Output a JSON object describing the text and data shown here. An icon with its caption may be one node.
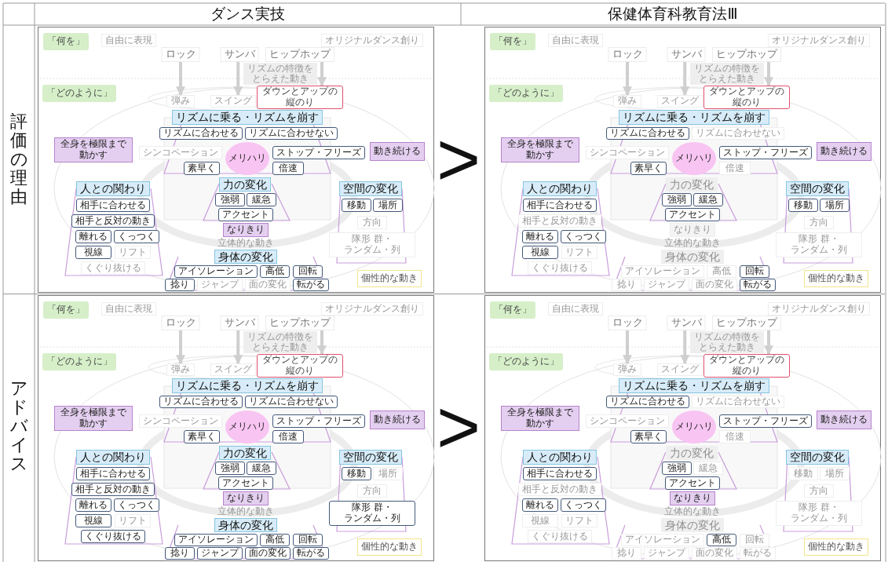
{
  "diagram": {
    "nodes": [
      {
        "text": [],
        "shape": "box"
      },
      {
        "text": [
          "「何を」"
        ],
        "in": 0
      },
      {
        "text": [
          "自由に表現"
        ],
        "in": 0
      },
      {
        "text": [
          "オリジナルダンス創り"
        ],
        "in": 0
      },
      {
        "text": [
          "ロック"
        ],
        "in": 0
      },
      {
        "text": [
          "サンバ"
        ],
        "in": 0
      },
      {
        "text": [
          "ヒップホップ"
        ],
        "in": 0
      },
      {
        "text": [
          "リズムの特徴をとらえた動き"
        ],
        "in": 0
      },
      {
        "text": [
          "「どのように」"
        ],
        "in": 0
      },
      {
        "text": [
          "弾み"
        ],
        "in": 0
      },
      {
        "text": [
          "スイング"
        ],
        "in": 0
      },
      {
        "text": [
          "ダウンとアップの縦のり"
        ],
        "in": 0
      },
      {
        "text": [
          "リズムに乗る・リズムを崩す"
        ],
        "in": 0
      },
      {
        "text": [
          "リズムに合わせる"
        ],
        "in": 0
      },
      {
        "text": [
          "リズムに合わせない"
        ],
        "in": 0
      },
      {
        "text": [
          "全身を極限まで動かす"
        ],
        "in": 0
      },
      {
        "text": [
          "シンコペーション"
        ],
        "in": 0
      },
      {
        "text": [
          "メリハリ"
        ],
        "in": 0
      },
      {
        "text": [
          "ストップ・フリーズ"
        ],
        "in": 0
      },
      {
        "text": [
          "動き続ける"
        ],
        "in": 0
      },
      {
        "text": [
          "素早く"
        ],
        "in": 0
      },
      {
        "text": [
          "倍速"
        ],
        "in": 0
      },
      {
        "text": [
          "力の変化"
        ],
        "in": 0
      },
      {
        "text": [
          "強弱"
        ],
        "in": 0
      },
      {
        "text": [
          "緩急"
        ],
        "in": 0
      },
      {
        "text": [
          "アクセント"
        ],
        "in": 0
      },
      {
        "text": [
          "人との関わり"
        ],
        "in": 0
      },
      {
        "text": [
          "相手に合わせる"
        ],
        "in": 0
      },
      {
        "text": [
          "相手と反対の動き"
        ],
        "in": 0
      },
      {
        "text": [
          "離れる"
        ],
        "in": 0
      },
      {
        "text": [
          "くっつく"
        ],
        "in": 0
      },
      {
        "text": [
          "視線"
        ],
        "in": 0
      },
      {
        "text": [
          "リフト"
        ],
        "in": 0
      },
      {
        "text": [
          "くぐり抜ける"
        ],
        "in": 0
      },
      {
        "text": [
          "空間の変化"
        ],
        "in": 0
      },
      {
        "text": [
          "移動"
        ],
        "in": 0
      },
      {
        "text": [
          "場所"
        ],
        "in": 0
      },
      {
        "text": [
          "方向"
        ],
        "in": 0
      },
      {
        "text": [
          "隊形 群・ランダム・列"
        ],
        "in": 0
      },
      {
        "text": [
          "なりきり"
        ],
        "in": 0
      },
      {
        "text": [
          "立体的な動き"
        ],
        "in": 0
      },
      {
        "text": [
          "身体の変化"
        ],
        "in": 0
      },
      {
        "text": [
          "アイソレーション"
        ],
        "in": 0
      },
      {
        "text": [
          "高低"
        ],
        "in": 0
      },
      {
        "text": [
          "回転"
        ],
        "in": 0
      },
      {
        "text": [
          "捻り"
        ],
        "in": 0
      },
      {
        "text": [
          "ジャンプ"
        ],
        "in": 0
      },
      {
        "text": [
          "面の変化"
        ],
        "in": 0
      },
      {
        "text": [
          "転がる"
        ],
        "in": 0
      },
      {
        "text": [
          "個性的な動き"
        ],
        "in": 0
      },
      {
        "text": [],
        "shape": "box"
      },
      {
        "text": [
          "「何を」"
        ],
        "in": 50
      },
      {
        "text": [
          "自由に表現"
        ],
        "in": 50
      },
      {
        "text": [
          "オリジナルダンス創り"
        ],
        "in": 50
      },
      {
        "text": [
          "ロック"
        ],
        "in": 50
      },
      {
        "text": [
          "サンバ"
        ],
        "in": 50
      },
      {
        "text": [
          "ヒップホップ"
        ],
        "in": 50
      },
      {
        "text": [
          "リズムの特徴をとらえた動き"
        ],
        "in": 50
      },
      {
        "text": [
          "「どのように」"
        ],
        "in": 50
      },
      {
        "text": [
          "弾み"
        ],
        "in": 50
      },
      {
        "text": [
          "スイング"
        ],
        "in": 50
      },
      {
        "text": [
          "ダウンとアップの縦のり"
        ],
        "in": 50
      },
      {
        "text": [
          "リズムに乗る・リズムを崩す"
        ],
        "in": 50
      },
      {
        "text": [
          "リズムに合わせる"
        ],
        "in": 50
      },
      {
        "text": [
          "リズムに合わせない"
        ],
        "in": 50
      },
      {
        "text": [
          "全身を極限まで動かす"
        ],
        "in": 50
      },
      {
        "text": [
          "シンコペーション"
        ],
        "in": 50
      },
      {
        "text": [
          "メリハリ"
        ],
        "in": 50
      },
      {
        "text": [
          "ストップ・フリーズ"
        ],
        "in": 50
      },
      {
        "text": [
          "動き続ける"
        ],
        "in": 50
      },
      {
        "text": [
          "素早く"
        ],
        "in": 50
      },
      {
        "text": [
          "倍速"
        ],
        "in": 50
      },
      {
        "text": [
          "力の変化"
        ],
        "in": 50
      },
      {
        "text": [
          "強弱"
        ],
        "in": 50
      },
      {
        "text": [
          "緩急"
        ],
        "in": 50
      },
      {
        "text": [
          "アクセント"
        ],
        "in": 50
      },
      {
        "text": [
          "人との関わり"
        ],
        "in": 50
      },
      {
        "text": [
          "相手に合わせる"
        ],
        "in": 50
      },
      {
        "text": [
          "相手と反対の動き"
        ],
        "in": 50
      },
      {
        "text": [
          "離れる"
        ],
        "in": 50
      },
      {
        "text": [
          "くっつく"
        ],
        "in": 50
      },
      {
        "text": [
          "視線"
        ],
        "in": 50
      },
      {
        "text": [
          "リフト"
        ],
        "in": 50
      },
      {
        "text": [
          "くぐり抜ける"
        ],
        "in": 50
      },
      {
        "text": [
          "空間の変化"
        ],
        "in": 50
      },
      {
        "text": [
          "移動"
        ],
        "in": 50
      },
      {
        "text": [
          "場所"
        ],
        "in": 50
      },
      {
        "text": [
          "方向"
        ],
        "in": 50
      },
      {
        "text": [
          "隊形 群・ランダム・列"
        ],
        "in": 50
      },
      {
        "text": [
          "なりきり"
        ],
        "in": 50
      },
      {
        "text": [
          "立体的な動き"
        ],
        "in": 50
      },
      {
        "text": [
          "身体の変化"
        ],
        "in": 50
      },
      {
        "text": [
          "アイソレーション"
        ],
        "in": 50
      },
      {
        "text": [
          "高低"
        ],
        "in": 50
      },
      {
        "text": [
          "回転"
        ],
        "in": 50
      },
      {
        "text": [
          "捻り"
        ],
        "in": 50
      },
      {
        "text": [
          "ジャンプ"
        ],
        "in": 50
      },
      {
        "text": [
          "面の変化"
        ],
        "in": 50
      },
      {
        "text": [
          "転がる"
        ],
        "in": 50
      },
      {
        "text": [
          "個性的な動き"
        ],
        "in": 50
      },
      {
        "text": [],
        "shape": "box"
      },
      {
        "text": [
          "「何を」"
        ],
        "in": 100
      },
      {
        "text": [
          "自由に表現"
        ],
        "in": 100
      },
      {
        "text": [
          "オリジナルダンス創り"
        ],
        "in": 100
      },
      {
        "text": [
          "ロック"
        ],
        "in": 100
      },
      {
        "text": [
          "サンバ"
        ],
        "in": 100
      },
      {
        "text": [
          "ヒップホップ"
        ],
        "in": 100
      },
      {
        "text": [
          "リズムの特徴をとらえた動き"
        ],
        "in": 100
      },
      {
        "text": [
          "「どのように」"
        ],
        "in": 100
      },
      {
        "text": [
          "弾み"
        ],
        "in": 100
      },
      {
        "text": [
          "スイング"
        ],
        "in": 100
      },
      {
        "text": [
          "ダウンとアップの縦のり"
        ],
        "in": 100
      },
      {
        "text": [
          "リズムに乗る・リズムを崩す"
        ],
        "in": 100
      },
      {
        "text": [
          "リズムに合わせる"
        ],
        "in": 100
      },
      {
        "text": [
          "リズムに合わせない"
        ],
        "in": 100
      },
      {
        "text": [
          "全身を極限まで動かす"
        ],
        "in": 100
      },
      {
        "text": [
          "シンコペーション"
        ],
        "in": 100
      },
      {
        "text": [
          "メリハリ"
        ],
        "in": 100
      },
      {
        "text": [
          "ストップ・フリーズ"
        ],
        "in": 100
      },
      {
        "text": [
          "動き続ける"
        ],
        "in": 100
      },
      {
        "text": [
          "素早く"
        ],
        "in": 100
      },
      {
        "text": [
          "倍速"
        ],
        "in": 100
      },
      {
        "text": [
          "力の変化"
        ],
        "in": 100
      },
      {
        "text": [
          "強弱"
        ],
        "in": 100
      },
      {
        "text": [
          "緩急"
        ],
        "in": 100
      },
      {
        "text": [
          "アクセント"
        ],
        "in": 100
      },
      {
        "text": [
          "人との関わり"
        ],
        "in": 100
      },
      {
        "text": [
          "相手に合わせる"
        ],
        "in": 100
      },
      {
        "text": [
          "相手と反対の動き"
        ],
        "in": 100
      },
      {
        "text": [
          "離れる"
        ],
        "in": 100
      },
      {
        "text": [
          "くっつく"
        ],
        "in": 100
      },
      {
        "text": [
          "視線"
        ],
        "in": 100
      },
      {
        "text": [
          "リフト"
        ],
        "in": 100
      },
      {
        "text": [
          "くぐり抜ける"
        ],
        "in": 100
      },
      {
        "text": [
          "空間の変化"
        ],
        "in": 100
      },
      {
        "text": [
          "移動"
        ],
        "in": 100
      },
      {
        "text": [
          "場所"
        ],
        "in": 100
      },
      {
        "text": [
          "方向"
        ],
        "in": 100
      },
      {
        "text": [
          "隊形 群・ランダム・列"
        ],
        "in": 100
      },
      {
        "text": [
          "なりきり"
        ],
        "in": 100
      },
      {
        "text": [
          "立体的な動き"
        ],
        "in": 100
      },
      {
        "text": [
          "身体の変化"
        ],
        "in": 100
      },
      {
        "text": [
          "アイソレーション"
        ],
        "in": 100
      },
      {
        "text": [
          "高低"
        ],
        "in": 100
      },
      {
        "text": [
          "回転"
        ],
        "in": 100
      },
      {
        "text": [
          "捻り"
        ],
        "in": 100
      },
      {
        "text": [
          "ジャンプ"
        ],
        "in": 100
      },
      {
        "text": [
          "面の変化"
        ],
        "in": 100
      },
      {
        "text": [
          "転がる"
        ],
        "in": 100
      },
      {
        "text": [
          "個性的な動き"
        ],
        "in": 100
      },
      {
        "text": [],
        "shape": "box"
      },
      {
        "text": [
          "「何を」"
        ],
        "in": 150
      },
      {
        "text": [
          "自由に表現"
        ],
        "in": 150
      },
      {
        "text": [
          "オリジナルダンス創り"
        ],
        "in": 150
      },
      {
        "text": [
          "ロック"
        ],
        "in": 150
      },
      {
        "text": [
          "サンバ"
        ],
        "in": 150
      },
      {
        "text": [
          "ヒップホップ"
        ],
        "in": 150
      },
      {
        "text": [
          "リズムの特徴をとらえた動き"
        ],
        "in": 150
      },
      {
        "text": [
          "「どのように」"
        ],
        "in": 150
      },
      {
        "text": [
          "弾み"
        ],
        "in": 150
      },
      {
        "text": [
          "スイング"
        ],
        "in": 150
      },
      {
        "text": [
          "ダウンとアップの縦のり"
        ],
        "in": 150
      },
      {
        "text": [
          "リズムに乗る・リズムを崩す"
        ],
        "in": 150
      },
      {
        "text": [
          "リズムに合わせる"
        ],
        "in": 150
      },
      {
        "text": [
          "リズムに合わせない"
        ],
        "in": 150
      },
      {
        "text": [
          "全身を極限まで動かす"
        ],
        "in": 150
      },
      {
        "text": [
          "シンコペーション"
        ],
        "in": 150
      },
      {
        "text": [
          "メリハリ"
        ],
        "in": 150
      },
      {
        "text": [
          "ストップ・フリーズ"
        ],
        "in": 150
      },
      {
        "text": [
          "動き続ける"
        ],
        "in": 150
      },
      {
        "text": [
          "素早く"
        ],
        "in": 150
      },
      {
        "text": [
          "倍速"
        ],
        "in": 150
      },
      {
        "text": [
          "力の変化"
        ],
        "in": 150
      },
      {
        "text": [
          "強弱"
        ],
        "in": 150
      },
      {
        "text": [
          "緩急"
        ],
        "in": 150
      },
      {
        "text": [
          "アクセント"
        ],
        "in": 150
      },
      {
        "text": [
          "人との関わり"
        ],
        "in": 150
      },
      {
        "text": [
          "相手に合わせる"
        ],
        "in": 150
      },
      {
        "text": [
          "相手と反対の動き"
        ],
        "in": 150
      },
      {
        "text": [
          "離れる"
        ],
        "in": 150
      },
      {
        "text": [
          "くっつく"
        ],
        "in": 150
      },
      {
        "text": [
          "視線"
        ],
        "in": 150
      },
      {
        "text": [
          "リフト"
        ],
        "in": 150
      },
      {
        "text": [
          "くぐり抜ける"
        ],
        "in": 150
      },
      {
        "text": [
          "空間の変化"
        ],
        "in": 150
      },
      {
        "text": [
          "移動"
        ],
        "in": 150
      },
      {
        "text": [
          "場所"
        ],
        "in": 150
      },
      {
        "text": [
          "方向"
        ],
        "in": 150
      },
      {
        "text": [
          "隊形 群・ランダム・列"
        ],
        "in": 150
      },
      {
        "text": [
          "なりきり"
        ],
        "in": 150
      },
      {
        "text": [
          "立体的な動き"
        ],
        "in": 150
      },
      {
        "text": [
          "身体の変化"
        ],
        "in": 150
      },
      {
        "text": [
          "アイソレーション"
        ],
        "in": 150
      },
      {
        "text": [
          "高低"
        ],
        "in": 150
      },
      {
        "text": [
          "回転"
        ],
        "in": 150
      },
      {
        "text": [
          "捻り"
        ],
        "in": 150
      },
      {
        "text": [
          "ジャンプ"
        ],
        "in": 150
      },
      {
        "text": [
          "面の変化"
        ],
        "in": 150
      },
      {
        "text": [
          "転がる"
        ],
        "in": 150
      },
      {
        "text": [
          "個性的な動き"
        ],
        "in": 150
      }
    ],
    "edges": [
      {
        "from": 4,
        "to": 9,
        "arrow": "to"
      },
      {
        "from": 5,
        "to": 10,
        "arrow": "to"
      },
      {
        "from": 6,
        "to": 11,
        "arrow": "to"
      },
      {
        "from": 54,
        "to": 59,
        "arrow": "to"
      },
      {
        "from": 55,
        "to": 60,
        "arrow": "to"
      },
      {
        "from": 56,
        "to": 61,
        "arrow": "to"
      },
      {
        "from": 104,
        "to": 109,
        "arrow": "to"
      },
      {
        "from": 105,
        "to": 110,
        "arrow": "to"
      },
      {
        "from": 106,
        "to": 111,
        "arrow": "to"
      },
      {
        "from": 154,
        "to": 159,
        "arrow": "to"
      },
      {
        "from": 155,
        "to": 160,
        "arrow": "to"
      },
      {
        "from": 156,
        "to": 161,
        "arrow": "to"
      }
    ],
    "labels": [
      "ダンス実技",
      "保健体育科教育法Ⅲ",
      "評価の理由",
      ">",
      "アドバイス",
      ">"
    ]
  }
}
